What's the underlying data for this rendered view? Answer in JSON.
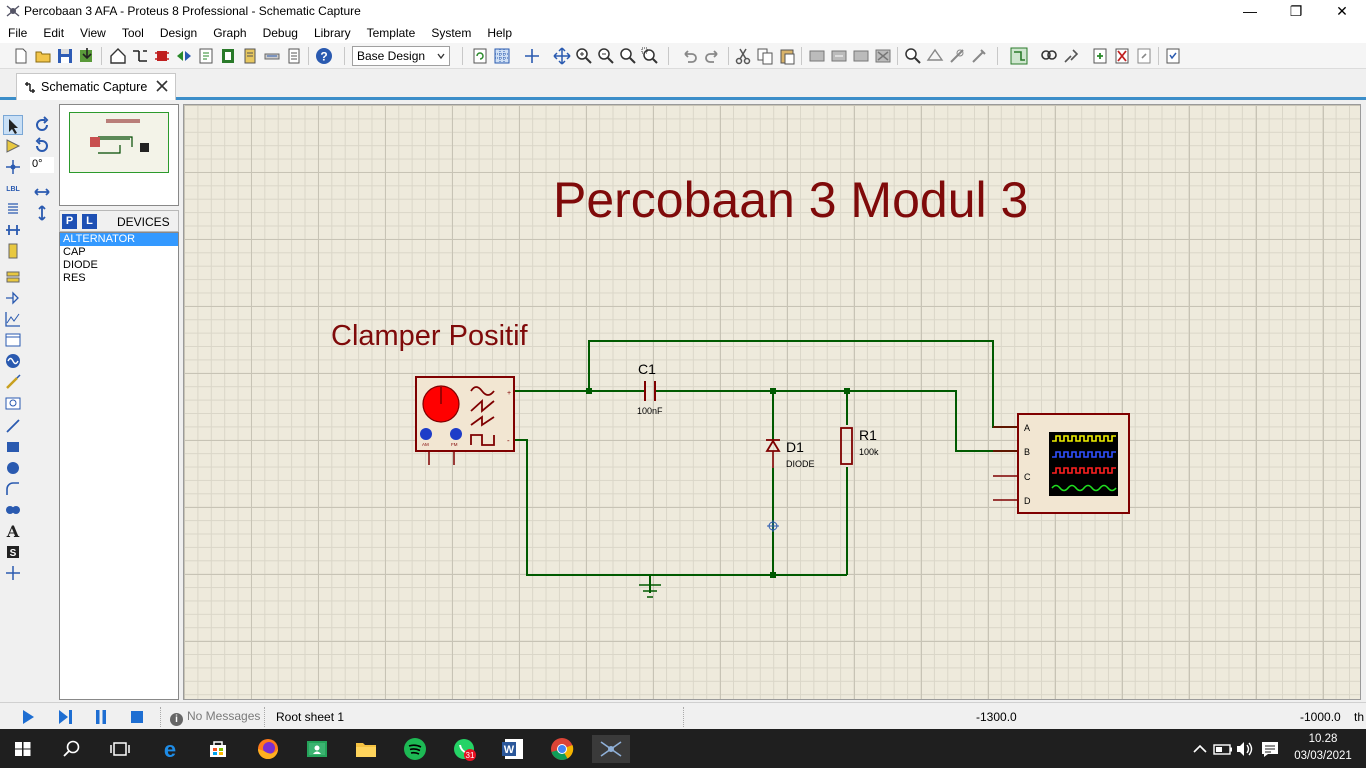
{
  "window": {
    "title": "Percobaan 3 AFA - Proteus 8 Professional - Schematic Capture",
    "minimize_glyph": "—",
    "maximize_glyph": "❐",
    "close_glyph": "✕"
  },
  "menu": [
    "File",
    "Edit",
    "View",
    "Tool",
    "Design",
    "Graph",
    "Debug",
    "Library",
    "Template",
    "System",
    "Help"
  ],
  "toolbar": {
    "design_select_value": "Base Design"
  },
  "tab": {
    "label": "Schematic Capture"
  },
  "left_panel": {
    "angle_value": "0°",
    "p_button": "P",
    "l_button": "L",
    "devices_label": "DEVICES",
    "devices": [
      "ALTERNATOR",
      "CAP",
      "DIODE",
      "RES"
    ],
    "selected_device": "ALTERNATOR"
  },
  "schematic": {
    "title": "Percobaan 3 Modul 3",
    "subtitle": "Clamper Positif",
    "capacitor": {
      "ref": "C1",
      "value": "100nF"
    },
    "diode": {
      "ref": "D1",
      "value": "DIODE"
    },
    "resistor": {
      "ref": "R1",
      "value": "100k"
    },
    "generator": {
      "am_label": "AM",
      "fm_label": "FM",
      "plus_label": "+",
      "minus_label": "-"
    },
    "scope_channels": [
      "A",
      "B",
      "C",
      "D"
    ],
    "colors": {
      "wire": "#005a00",
      "component": "#7f0000",
      "text": "#7f0000",
      "title": "#7f0a0a"
    }
  },
  "status": {
    "messages": "No Messages",
    "sheet": "Root sheet 1",
    "x": "-1300.0",
    "y": "-1000.0",
    "unit": "th"
  },
  "taskbar": {
    "whatsapp_badge": "31",
    "time": "10.28",
    "date": "03/03/2021"
  }
}
